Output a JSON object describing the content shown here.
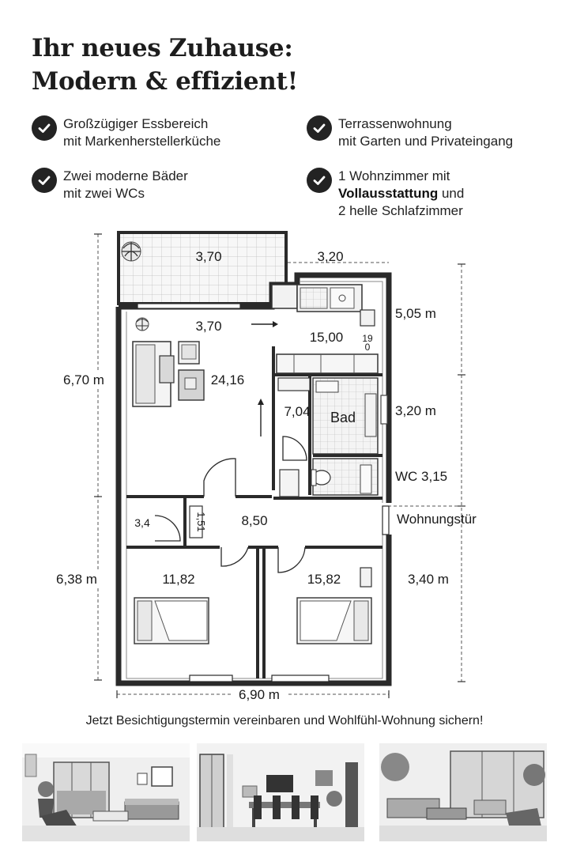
{
  "headline": {
    "line1": "Ihr neues Zuhause:",
    "line2": "Modern & effizient!"
  },
  "features": {
    "f1": {
      "line1": "Großzügiger Essbereich",
      "line2": "mit Markenherstellerküche"
    },
    "f2": {
      "line1": "Terrassenwohnung",
      "line2": "mit Garten und Privateingang"
    },
    "f3": {
      "line1": "Zwei moderne Bäder",
      "line2": "mit zwei WCs"
    },
    "f4": {
      "line1_normal": "1 Wohnzimmer mit",
      "line2_bold": "Vollausstattung",
      "line2_rest": " und",
      "line3": "2 helle Schlafzimmer"
    }
  },
  "floorplan": {
    "terrace_area": "3,70",
    "terrace_width": "3,20",
    "dining_width": "3,70",
    "kitchen_area": "15,00",
    "fridge_label": "19\n0",
    "living_area": "24,16",
    "hall_area": "7,04",
    "bath_label": "Bad",
    "storage_area": "3,4",
    "closet_area": "1,51",
    "corridor_area": "8,50",
    "entrance_label": "Wohnungstür",
    "bedroom1_area": "11,82",
    "bedroom2_area": "15,82",
    "dim_left_upper": "6,70 m",
    "dim_left_lower": "6,38 m",
    "dim_right_1": "5,05 m",
    "dim_right_2": "3,20 m",
    "dim_right_3": "WC 3,15",
    "dim_right_4": "3,40 m",
    "dim_bottom": "6,90 m"
  },
  "cta": "Jetzt Besichtigungstermin vereinbaren und Wohlfühl-Wohnung sichern!",
  "photos": [
    "living-room-photo",
    "dining-room-photo",
    "lounge-photo"
  ],
  "colors": {
    "text": "#1a1a1a",
    "check_bg": "#232323",
    "wall": "#2a2a2a"
  }
}
